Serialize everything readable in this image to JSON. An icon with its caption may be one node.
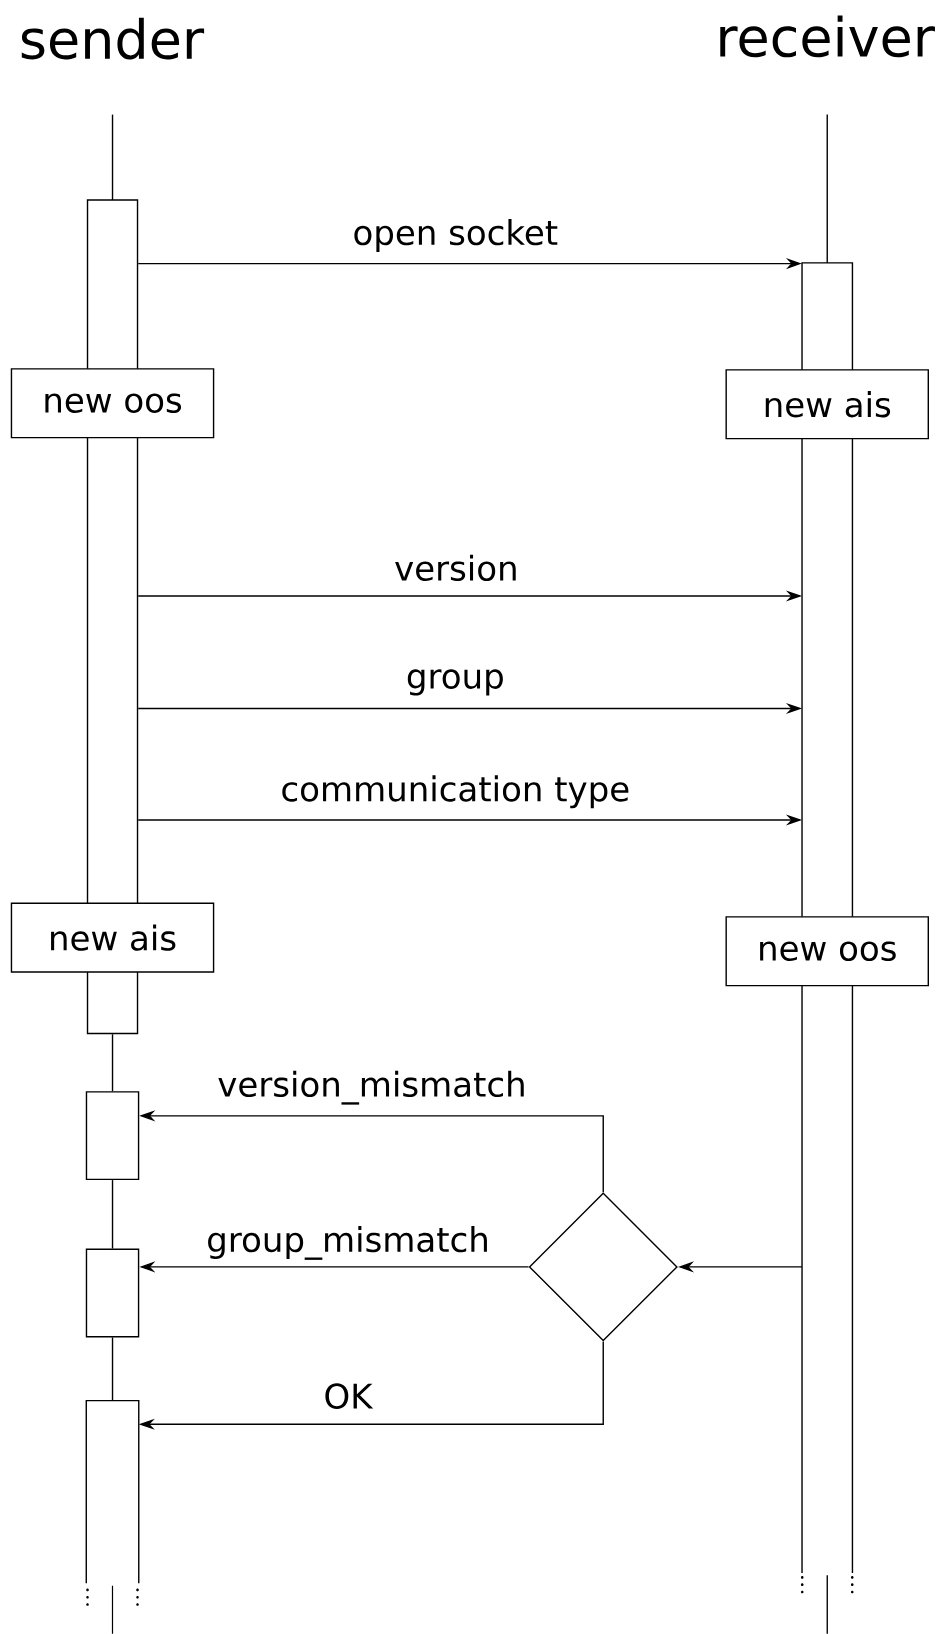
{
  "diagram": {
    "nodes": [
      {
        "text": [
          "sender"
        ]
      },
      {
        "text": [
          "receiver"
        ]
      },
      {
        "text": [],
        "shape": "bar"
      },
      {
        "text": [],
        "shape": "bar"
      },
      {
        "text": [
          "new oos"
        ]
      },
      {
        "text": [
          "new ais"
        ]
      },
      {
        "text": [
          "new ais"
        ]
      },
      {
        "text": [
          "new oos"
        ]
      },
      {
        "text": [],
        "shape": "bar"
      },
      {
        "text": [],
        "shape": "bar"
      },
      {
        "text": [],
        "shape": "bar"
      },
      {
        "text": [],
        "shape": "diamond"
      }
    ],
    "edges": [
      {
        "from": 2,
        "to": 3,
        "arrow": "to",
        "label": "open socket"
      },
      {
        "from": 2,
        "to": 3,
        "arrow": "to",
        "label": "version"
      },
      {
        "from": 2,
        "to": 3,
        "arrow": "to",
        "label": "group"
      },
      {
        "from": 2,
        "to": 3,
        "arrow": "to",
        "label": "communication type"
      },
      {
        "from": 3,
        "to": 11,
        "arrow": "to"
      },
      {
        "from": 11,
        "to": 8,
        "arrow": "to",
        "label": "version_mismatch"
      },
      {
        "from": 11,
        "to": 9,
        "arrow": "to",
        "label": "group_mismatch"
      },
      {
        "from": 11,
        "to": 10,
        "arrow": "to",
        "label": "OK"
      },
      {
        "from": 2,
        "to": 8,
        "arrow": "none"
      },
      {
        "from": 8,
        "to": 9,
        "arrow": "none"
      },
      {
        "from": 9,
        "to": 10,
        "arrow": "none"
      }
    ]
  }
}
